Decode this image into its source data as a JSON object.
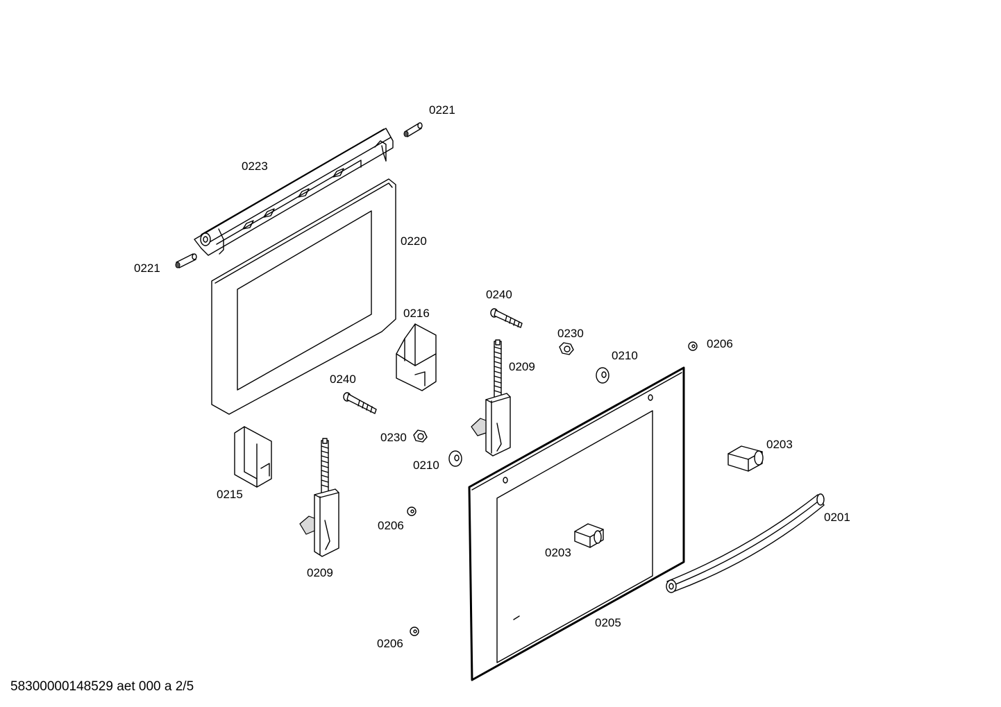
{
  "labels": {
    "p0221_top": "0221",
    "p0223": "0223",
    "p0220": "0220",
    "p0221_left": "0221",
    "p0216": "0216",
    "p0240_top": "0240",
    "p0230_top": "0230",
    "p0210_top": "0210",
    "p0206_top": "0206",
    "p0209_right": "0209",
    "p0240_mid": "0240",
    "p0230_mid": "0230",
    "p0210_mid": "0210",
    "p0203_right": "0203",
    "p0215": "0215",
    "p0206_mid": "0206",
    "p0201": "0201",
    "p0203_center": "0203",
    "p0209_left": "0209",
    "p0205": "0205",
    "p0206_bottom": "0206"
  },
  "footer": {
    "document_id": "58300000148529 aet 000 a 2/5"
  }
}
